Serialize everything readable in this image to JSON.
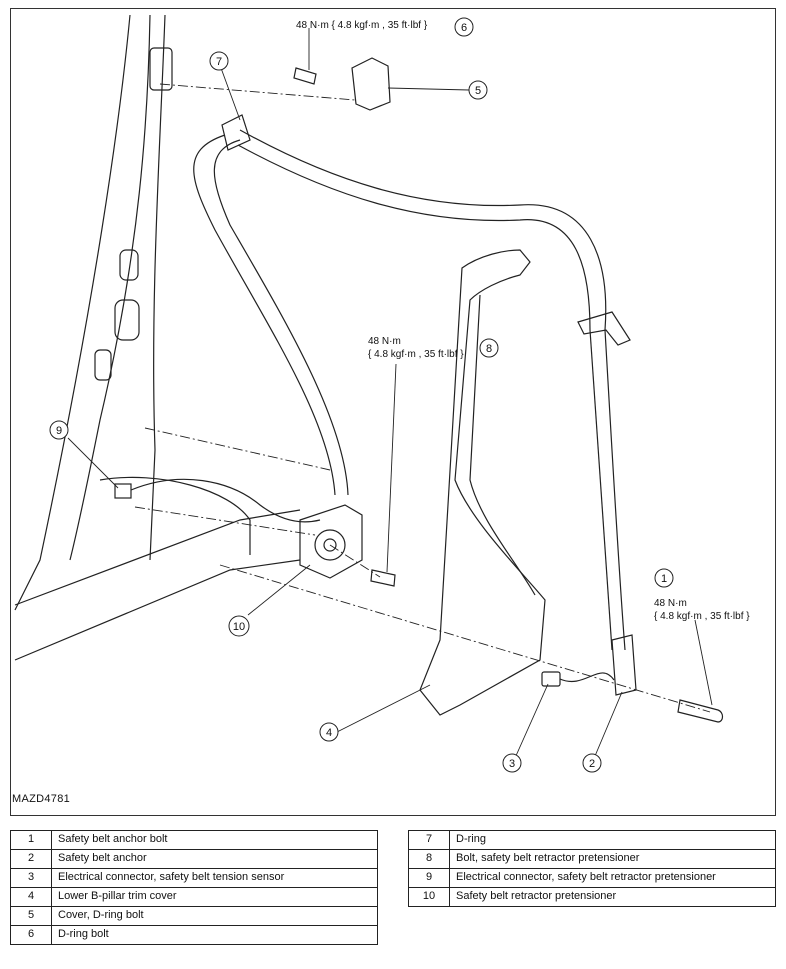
{
  "diagram": {
    "code": "MAZD4781",
    "callouts": [
      "1",
      "2",
      "3",
      "4",
      "5",
      "6",
      "7",
      "8",
      "9",
      "10"
    ],
    "torque_6": "48 N·m { 4.8 kgf·m , 35 ft·lbf }",
    "torque_8_line1": "48 N·m",
    "torque_8_line2": "{ 4.8 kgf·m , 35 ft·lbf }",
    "torque_1_line1": "48 N·m",
    "torque_1_line2": "{ 4.8 kgf·m , 35 ft·lbf }"
  },
  "legend_left": [
    {
      "num": "1",
      "desc": "Safety belt anchor bolt"
    },
    {
      "num": "2",
      "desc": "Safety belt anchor"
    },
    {
      "num": "3",
      "desc": "Electrical connector, safety belt tension sensor"
    },
    {
      "num": "4",
      "desc": "Lower B-pillar trim cover"
    },
    {
      "num": "5",
      "desc": "Cover, D-ring bolt"
    },
    {
      "num": "6",
      "desc": "D-ring bolt"
    }
  ],
  "legend_right": [
    {
      "num": "7",
      "desc": "D-ring"
    },
    {
      "num": "8",
      "desc": "Bolt, safety belt retractor pretensioner"
    },
    {
      "num": "9",
      "desc": "Electrical connector, safety belt retractor pretensioner"
    },
    {
      "num": "10",
      "desc": "Safety belt retractor pretensioner"
    }
  ]
}
